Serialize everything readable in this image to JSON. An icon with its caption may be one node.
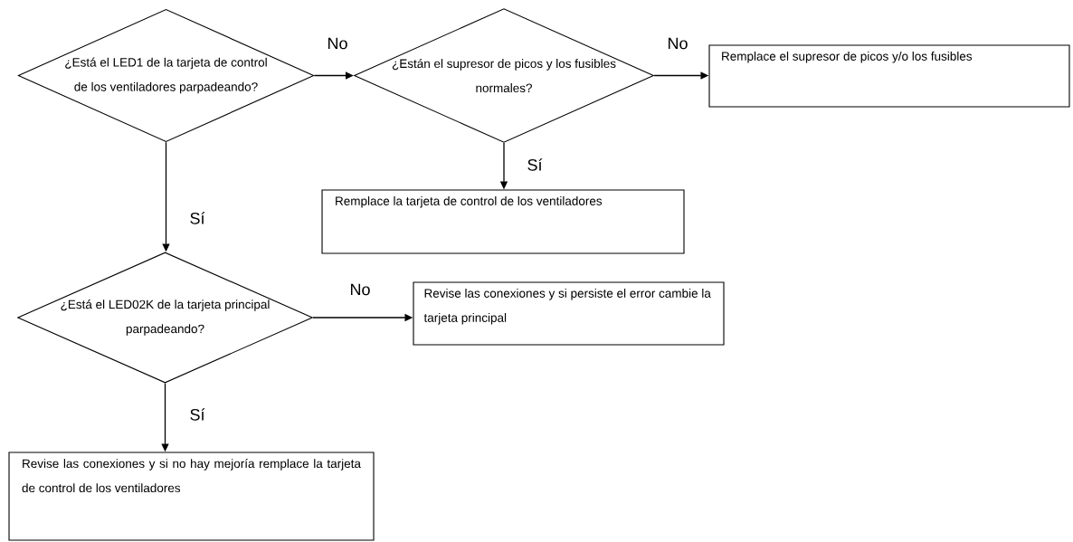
{
  "diagram": {
    "nodes": [
      {
        "text": [
          "¿Está el LED1 de la tarjeta de control de los ventiladores parpadeando?"
        ]
      },
      {
        "text": [
          "¿Están el supresor de picos y los fusibles normales?"
        ]
      },
      {
        "text": [
          "Remplace el supresor de picos y/o los fusibles"
        ]
      },
      {
        "text": [
          "Remplace la tarjeta de control de los ventiladores"
        ]
      },
      {
        "text": [
          "¿Está el LED02K  de la tarjeta principal  parpadeando?"
        ]
      },
      {
        "text": [
          "Revise las conexiones y si persiste el error cambie la tarjeta principal"
        ]
      },
      {
        "text": [
          "Revise las conexiones y si no hay mejoría remplace la tarjeta de control de los ventiladores"
        ]
      }
    ],
    "edges": [
      {
        "from": 0,
        "to": 1,
        "arrow": "to",
        "label": "No"
      },
      {
        "from": 1,
        "to": 2,
        "arrow": "to",
        "label": "No"
      },
      {
        "from": 1,
        "to": 3,
        "arrow": "to",
        "label": "Sí"
      },
      {
        "from": 0,
        "to": 4,
        "arrow": "to",
        "label": "Sí"
      },
      {
        "from": 4,
        "to": 5,
        "arrow": "to",
        "label": "No"
      },
      {
        "from": 4,
        "to": 6,
        "arrow": "to",
        "label": "Sí"
      }
    ]
  }
}
